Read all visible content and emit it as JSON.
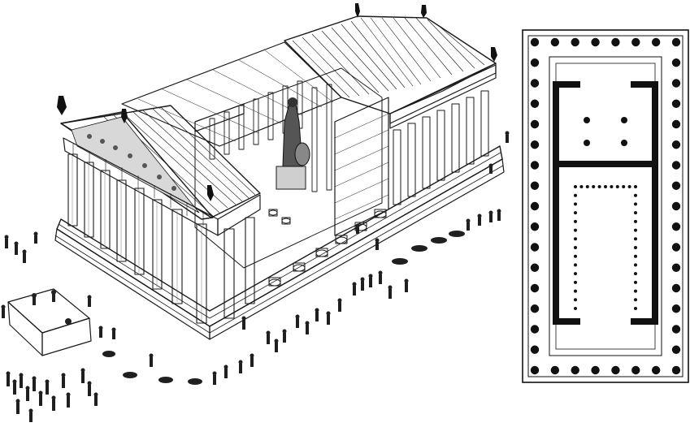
{
  "figure": {
    "description_hidden": "",
    "colors": {
      "ink": "#111111",
      "paper": "#ffffff",
      "shade": "#e6e6e6"
    }
  },
  "illustration": {
    "subject": "parthenon-axonometric-icon",
    "roof_open_courtyard": true,
    "front_columns": 8,
    "side_columns": 17,
    "procession_figures": true,
    "altar": true
  },
  "floor_plan": {
    "peristyle_front_columns": 8,
    "peristyle_side_columns": 17,
    "inner_colonnade": true,
    "rooms": 2
  }
}
